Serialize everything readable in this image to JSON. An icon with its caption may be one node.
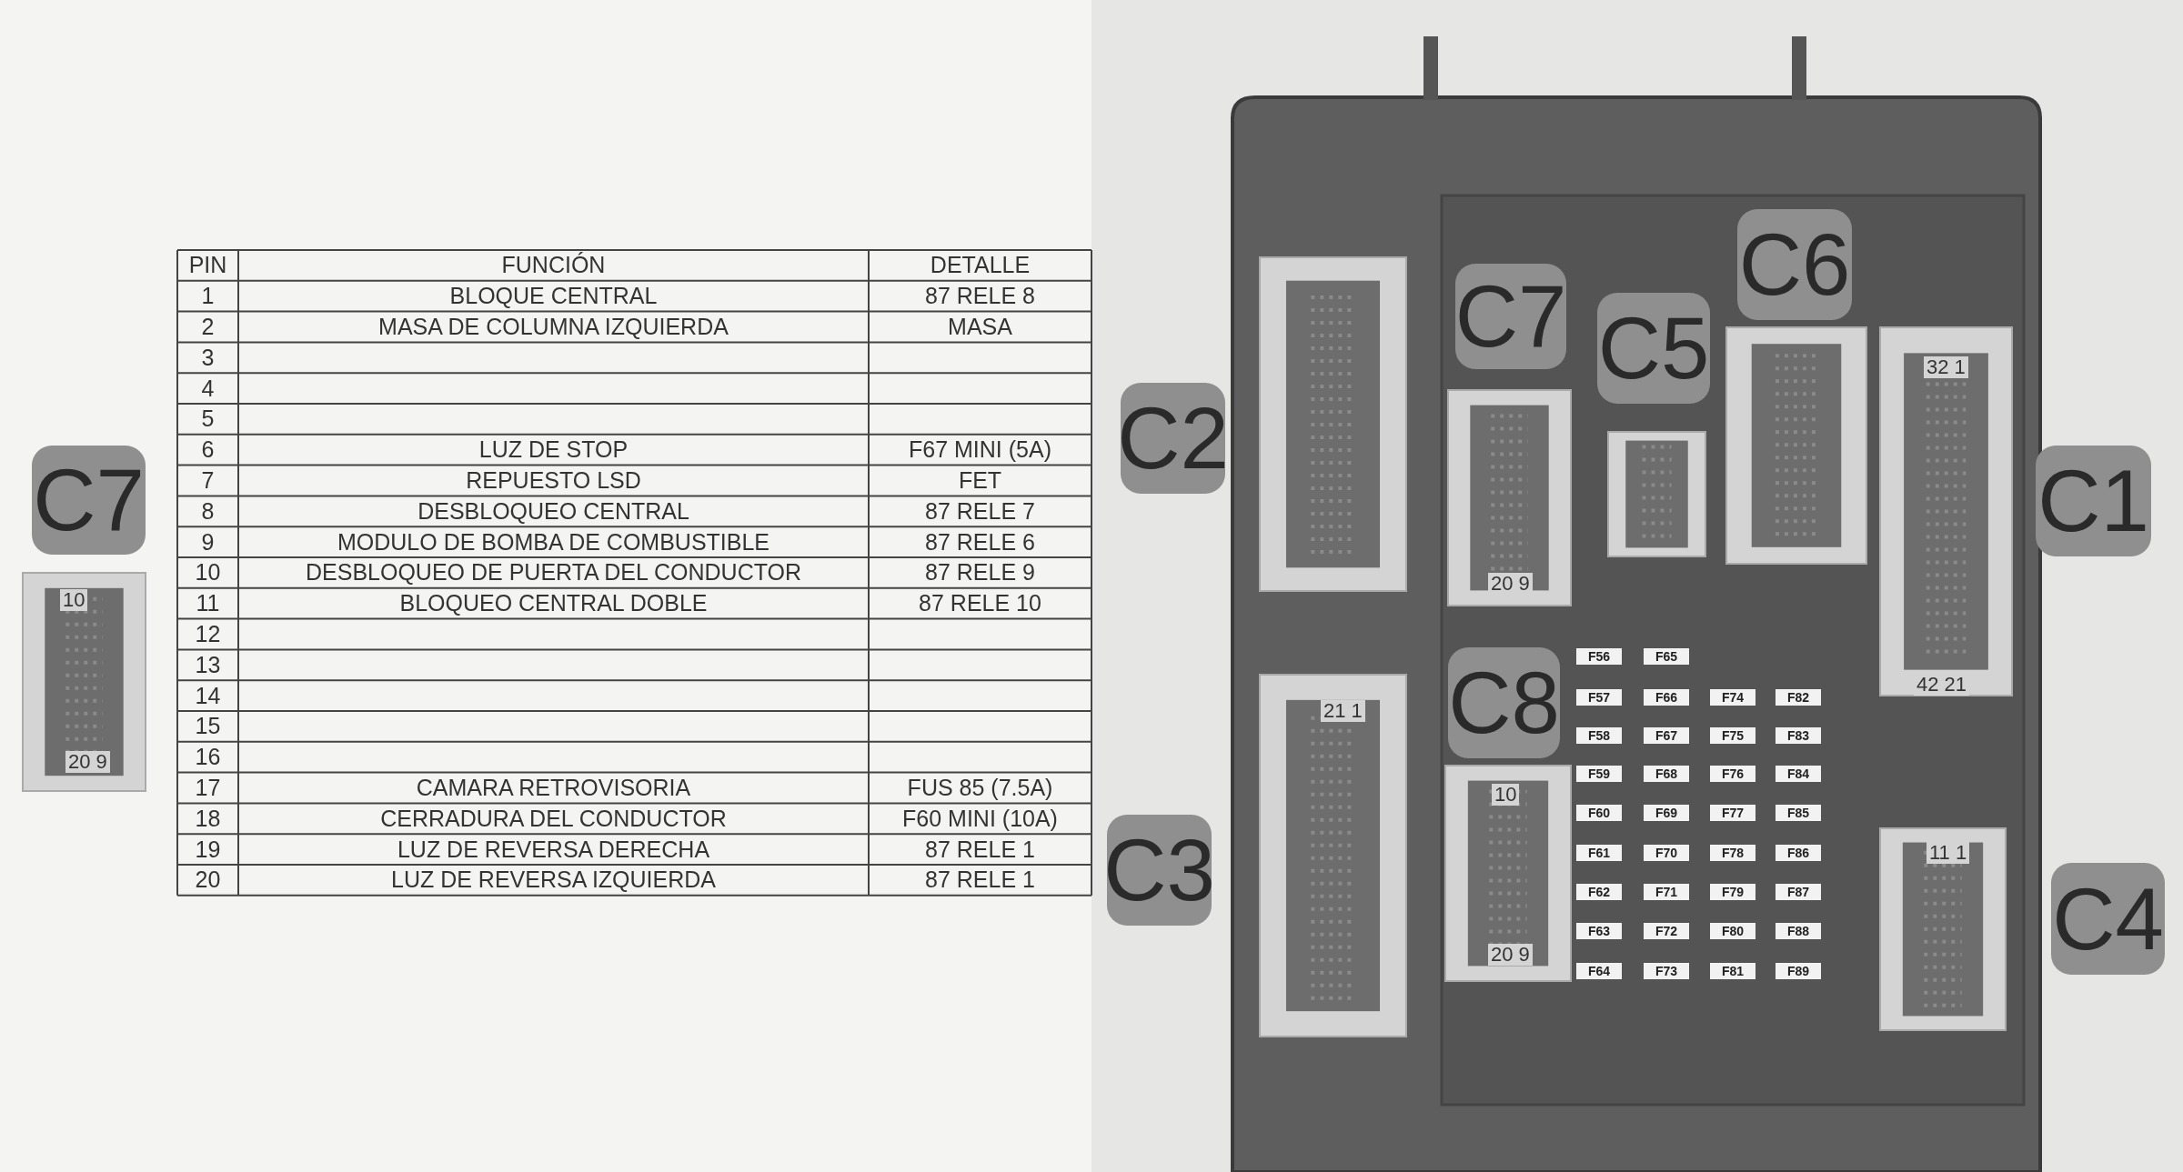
{
  "diagram": {
    "labels": [
      "PIN",
      "FUNCIÓN",
      "DETALLE",
      "1",
      "BLOQUE CENTRAL",
      "87 RELE 8",
      "2",
      "MASA DE COLUMNA IZQUIERDA",
      "MASA",
      "3",
      "4",
      "5",
      "6",
      "LUZ DE STOP",
      "F67 MINI (5A)",
      "7",
      "REPUESTO LSD",
      "FET",
      "8",
      "DESBLOQUEO CENTRAL",
      "87 RELE 7",
      "9",
      "MODULO DE BOMBA DE COMBUSTIBLE",
      "87 RELE 6",
      "10",
      "DESBLOQUEO DE PUERTA DEL CONDUCTOR",
      "87 RELE 9",
      "11",
      "BLOQUEO CENTRAL DOBLE",
      "87 RELE 10",
      "12",
      "13",
      "14",
      "15",
      "16",
      "17",
      "CAMARA RETROVISORIA",
      "FUS 85 (7.5A)",
      "18",
      "CERRADURA DEL CONDUCTOR",
      "F60 MINI (10A)",
      "19",
      "LUZ DE REVERSA DERECHA",
      "87 RELE 1",
      "20",
      "LUZ DE REVERSA IZQUIERDA",
      "87 RELE 1",
      "C7",
      "10",
      "20 9",
      "C6",
      "C7",
      "C5",
      "C2",
      "C1",
      "C8",
      "C3",
      "C4",
      "32 1",
      "20 9",
      "42 21",
      "21 1",
      "10",
      "11 1",
      "20 9",
      "F56",
      "F65",
      "F57",
      "F66",
      "F74",
      "F82",
      "F58",
      "F67",
      "F75",
      "F83",
      "F59",
      "F68",
      "F76",
      "F84",
      "F60",
      "F69",
      "F77",
      "F85",
      "F61",
      "F70",
      "F78",
      "F86",
      "F62",
      "F71",
      "F79",
      "F87",
      "F63",
      "F72",
      "F80",
      "F88",
      "F64",
      "F73",
      "F81",
      "F89"
    ]
  }
}
